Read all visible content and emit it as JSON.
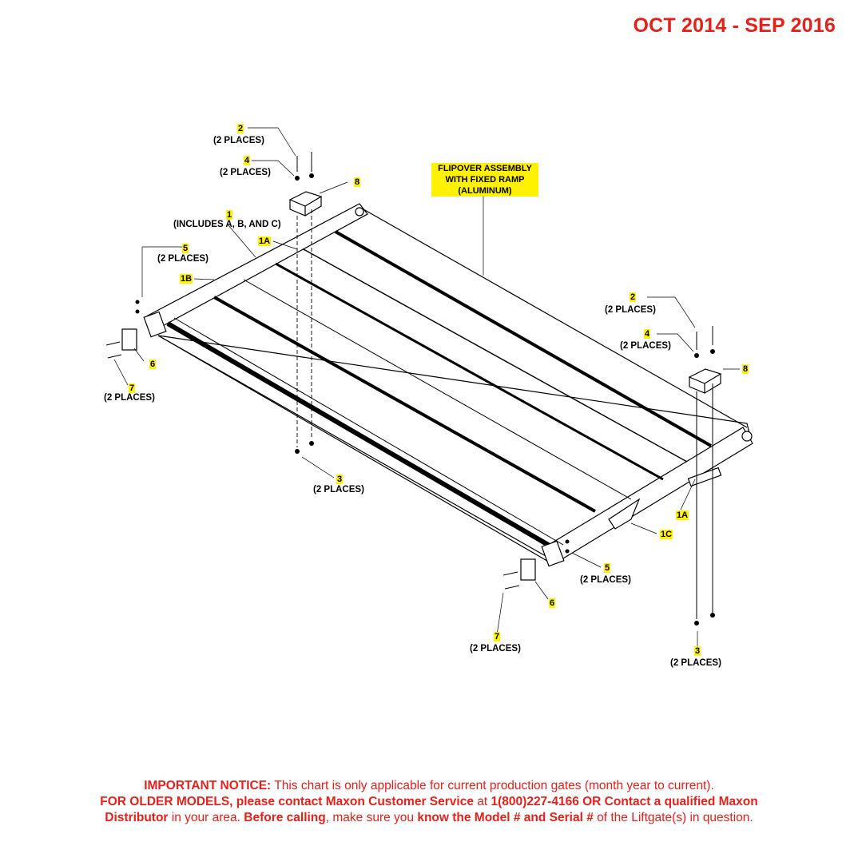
{
  "header": {
    "date_range": "OCT 2014 - SEP 2016"
  },
  "assembly_label": {
    "line1": "FLIPOVER ASSEMBLY",
    "line2": "WITH FIXED RAMP",
    "line3": "(ALUMINUM)"
  },
  "callouts": {
    "c1": {
      "num": "1",
      "text": "(INCLUDES A, B, AND C)"
    },
    "c1a_left": {
      "num": "1A"
    },
    "c1a_right": {
      "num": "1A"
    },
    "c1b": {
      "num": "1B"
    },
    "c1c": {
      "num": "1C"
    },
    "c2_left": {
      "num": "2",
      "text": "(2 PLACES)"
    },
    "c2_right": {
      "num": "2",
      "text": "(2 PLACES)"
    },
    "c3_left": {
      "num": "3",
      "text": "(2 PLACES)"
    },
    "c3_right": {
      "num": "3",
      "text": "(2 PLACES)"
    },
    "c4_left": {
      "num": "4",
      "text": "(2 PLACES)"
    },
    "c4_right": {
      "num": "4",
      "text": "(2 PLACES)"
    },
    "c5_left": {
      "num": "5",
      "text": "(2 PLACES)"
    },
    "c5_right": {
      "num": "5",
      "text": "(2 PLACES)"
    },
    "c6_left": {
      "num": "6"
    },
    "c6_right": {
      "num": "6"
    },
    "c7_left": {
      "num": "7",
      "text": "(2 PLACES)"
    },
    "c7_right": {
      "num": "7",
      "text": "(2 PLACES)"
    },
    "c8_left": {
      "num": "8"
    },
    "c8_right": {
      "num": "8"
    }
  },
  "notice": {
    "l1_bold": "IMPORTANT NOTICE:",
    "l1_rest": " This chart is only applicable for current production gates (month year to current).",
    "l2_bold": "FOR OLDER MODELS, please contact Maxon Customer Service",
    "l2_mid": " at ",
    "l2_bold2": "1(800)227-4166 OR Contact a qualified Maxon",
    "l3_bold": "Distributor",
    "l3_mid": " in your area. ",
    "l3_bold2": "Before calling",
    "l3_mid2": ", make sure you ",
    "l3_bold3": "know the Model # and Serial #",
    "l3_rest": " of the Liftgate(s) in question."
  },
  "colors": {
    "accent_red": "#e8201a",
    "highlight_yellow": "#fff200"
  }
}
